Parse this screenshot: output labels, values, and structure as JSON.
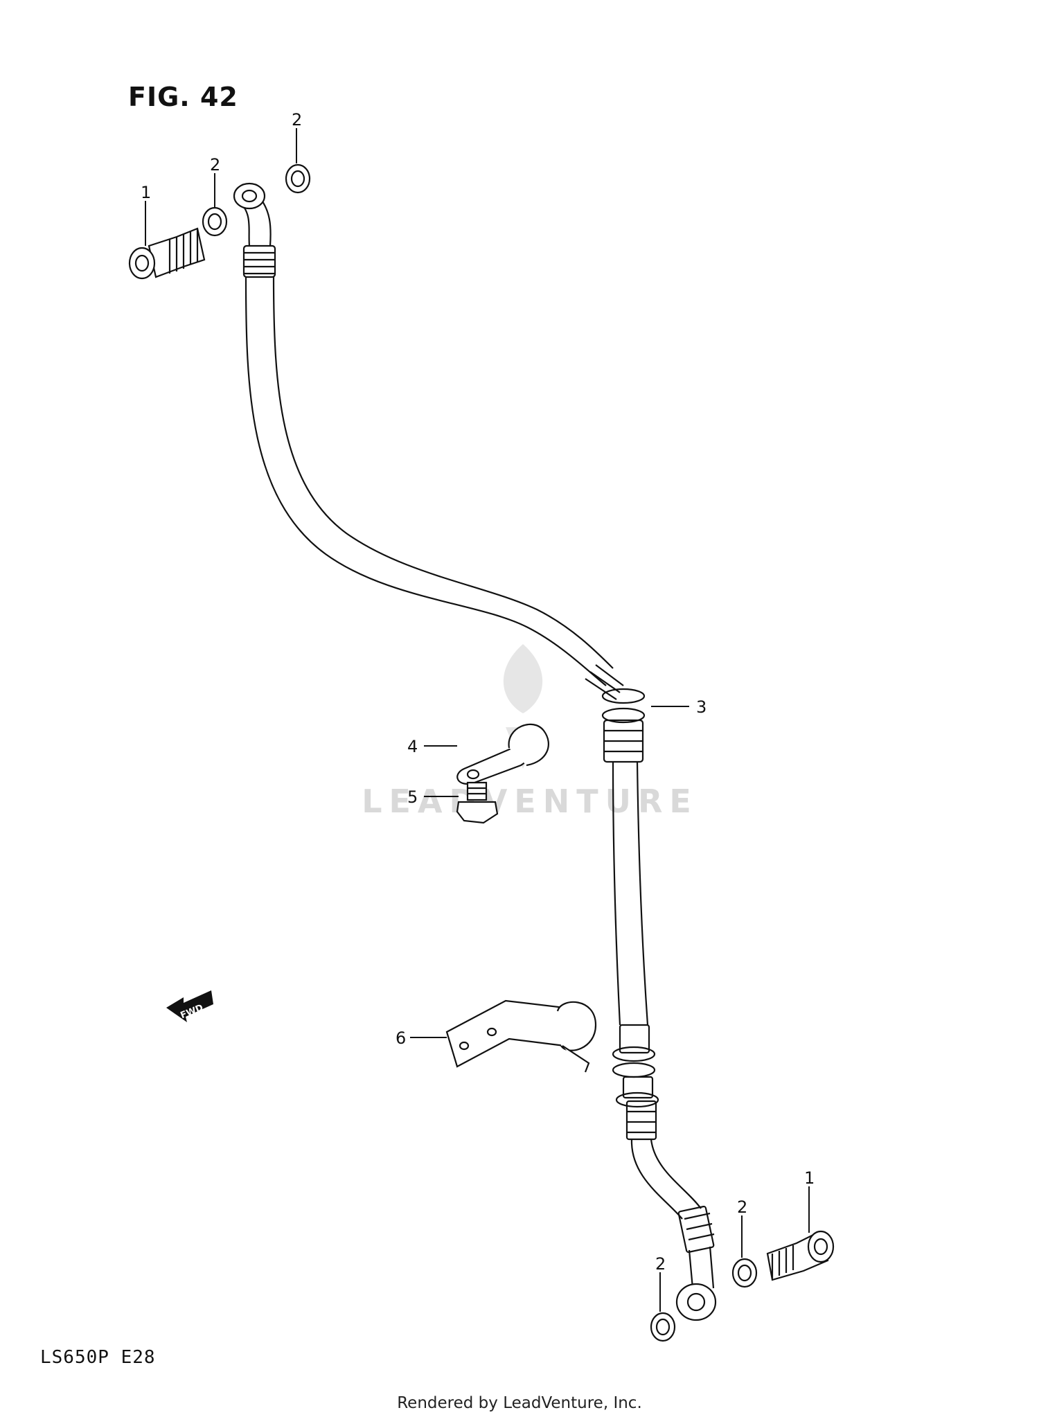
{
  "figure": {
    "title": "FIG. 42",
    "model_code": "LS650P  E28",
    "footer": "Rendered by LeadVenture, Inc.",
    "watermark": "LEADVENTURE",
    "fwd_label": "FWD"
  },
  "callouts": [
    "1",
    "2",
    "2",
    "3",
    "4",
    "5",
    "6",
    "1",
    "2",
    "2"
  ],
  "colors": {
    "line": "#111111",
    "watermark": "#d9d9d9",
    "background": "#ffffff"
  }
}
